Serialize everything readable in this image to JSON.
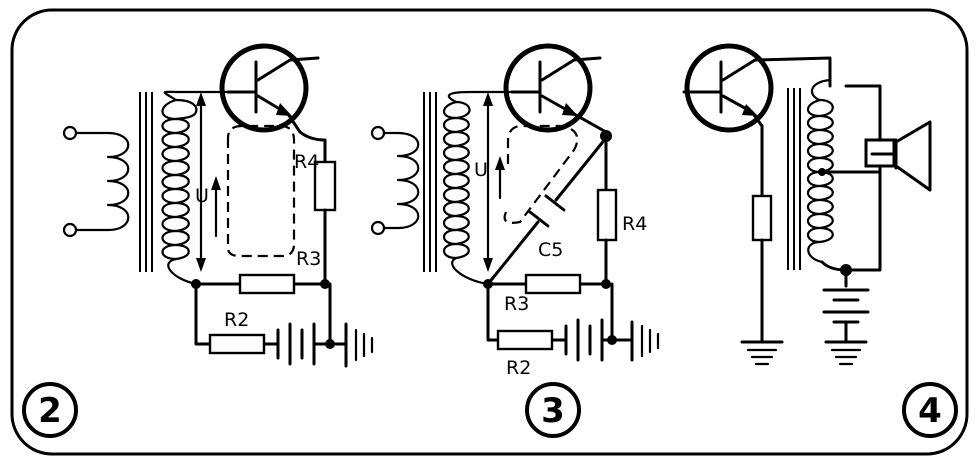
{
  "labels": {
    "fig2": {
      "number": "2",
      "R4": "R4",
      "R3": "R3",
      "R2": "R2",
      "U": "U"
    },
    "fig3": {
      "number": "3",
      "C5": "C5",
      "R4": "R4",
      "R3": "R3",
      "R2": "R2",
      "U": "U"
    },
    "fig4": {
      "number": "4"
    }
  }
}
